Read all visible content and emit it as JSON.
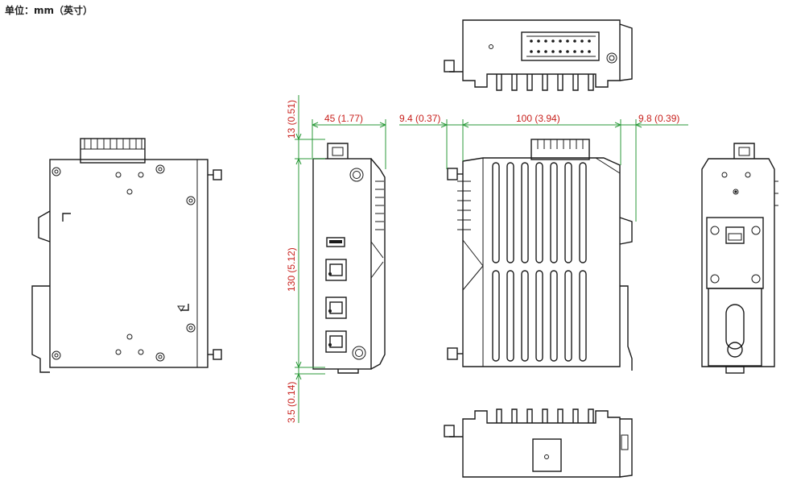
{
  "unit_label": "单位：mm（英寸）",
  "dimensions": {
    "top_offset": "13 (0.51)",
    "depth": "45 (1.77)",
    "height": "130 (5.12)",
    "bottom_offset": "3.5 (0.14)",
    "left_offset": "9.4 (0.37)",
    "width": "100 (3.94)",
    "right_offset": "9.8 (0.39)"
  },
  "colors": {
    "dimension_line": "#2b9a3a",
    "dimension_text": "#c8201c",
    "outline": "#1a1a1a"
  }
}
